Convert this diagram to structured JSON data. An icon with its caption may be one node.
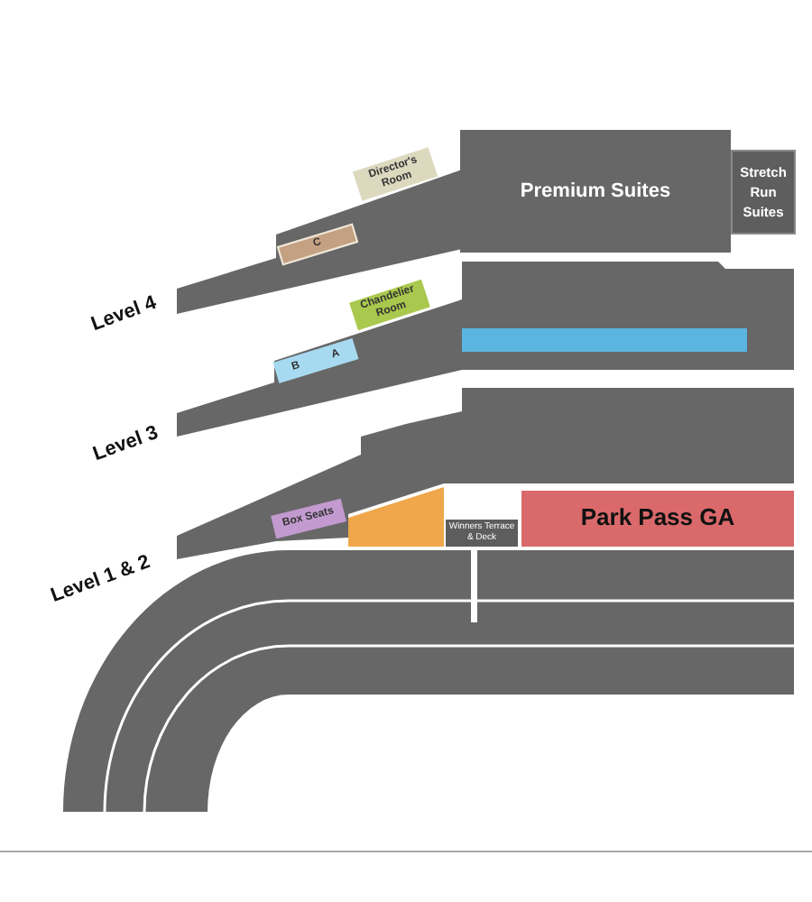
{
  "diagram": {
    "nodes": [
      {
        "text": [
          "Director's Room"
        ]
      },
      {
        "text": [
          "Premium Suites"
        ]
      },
      {
        "text": [
          "Stretch Run Suites"
        ]
      },
      {
        "text": [
          "C"
        ]
      },
      {
        "text": [
          "Chandelier Room"
        ]
      },
      {
        "text": [
          "B",
          "A"
        ]
      },
      {
        "text": [],
        "shape": "bar"
      },
      {
        "text": [
          "Box Seats"
        ]
      },
      {
        "text": [],
        "shape": "trapezoid"
      },
      {
        "text": [
          "Winners Terrace & Deck"
        ]
      },
      {
        "text": [
          "Park Pass GA"
        ]
      }
    ],
    "labels": [
      "Level 4",
      "Level 3",
      "Level 1 & 2"
    ]
  }
}
